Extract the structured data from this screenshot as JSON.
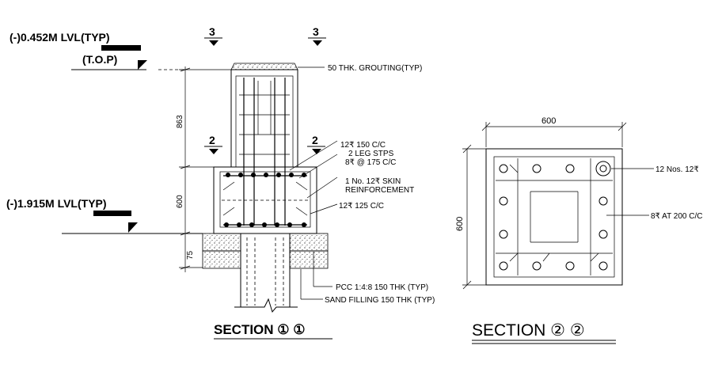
{
  "section1": {
    "title": "SECTION ① ①",
    "top_level": "(-)0.452M LVL(TYP)",
    "top_tag": "(T.O.P)",
    "bottom_level": "(-)1.915M LVL(TYP)",
    "section_marker_3_left": "3",
    "section_marker_3_right": "3",
    "section_marker_2_left": "2",
    "section_marker_2_right": "2",
    "dim_pedestal": "863",
    "dim_footing": "600",
    "dim_pcc": "75",
    "notes": {
      "grouting": "50 THK. GROUTING(TYP)",
      "main_bars": "12₹ 150 C/C",
      "stirrups_1": "2 LEG STPS",
      "stirrups_2": "8₹ @ 175 C/C",
      "skin_1": "1 No. 12₹ SKIN",
      "skin_2": "REINFORCEMENT",
      "bottom_bars": "12₹ 125 C/C",
      "pcc": "PCC 1:4:8 150 THK (TYP)",
      "sand": "SAND FILLING 150 THK (TYP)"
    }
  },
  "section2": {
    "title": "SECTION ② ②",
    "dim_width": "600",
    "dim_height": "600",
    "note_bars": "12 Nos. 12₹",
    "note_ties": "8₹ AT 200 C/C"
  }
}
